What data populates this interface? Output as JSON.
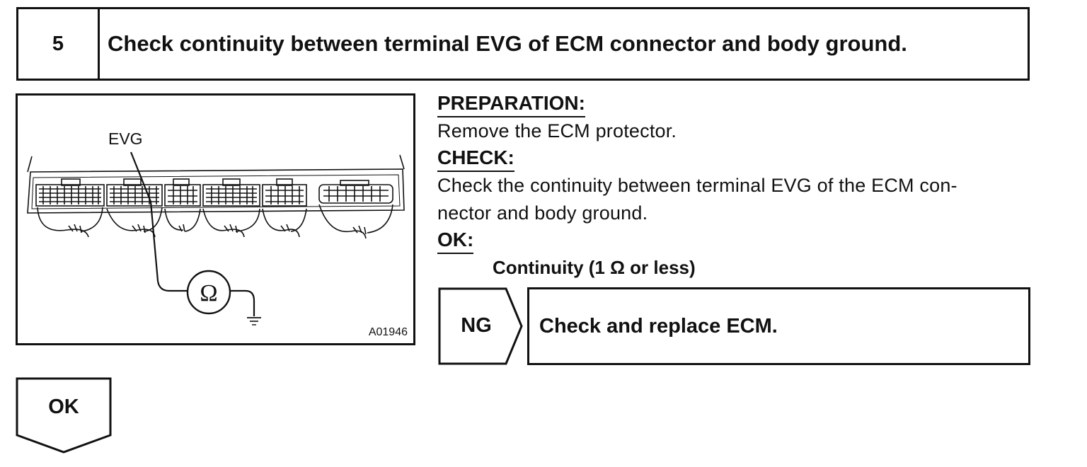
{
  "step": {
    "number": "5",
    "title": "Check continuity between terminal EVG of ECM connector and body ground."
  },
  "figure": {
    "terminal_label": "EVG",
    "meter_symbol": "Ω",
    "figure_id": "A01946"
  },
  "preparation": {
    "heading": "PREPARATION:",
    "text": "Remove the ECM protector."
  },
  "check": {
    "heading": "CHECK:",
    "lines": [
      "Check the continuity between terminal EVG of the ECM con-",
      "nector and body ground."
    ]
  },
  "ok_spec": {
    "heading": "OK:",
    "text": "Continuity (1 Ω or less)"
  },
  "ng_branch": {
    "label": "NG",
    "action": "Check and replace ECM."
  },
  "ok_branch": {
    "label": "OK"
  }
}
